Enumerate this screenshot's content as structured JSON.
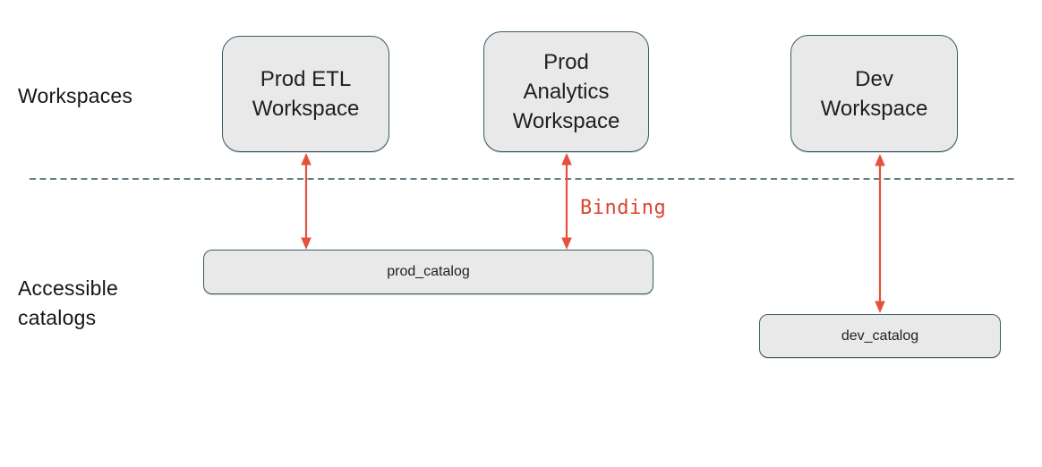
{
  "colors": {
    "text": "#161616",
    "box-fill": "#e9e9e9",
    "box-border": "#3b5a68",
    "dash-line": "#32525f",
    "arrow-red": "#e6503c",
    "binding-red": "#dc4430"
  },
  "row_labels": {
    "workspaces": "Workspaces",
    "catalogs": [
      "Accessible",
      "catalogs"
    ]
  },
  "workspaces": [
    {
      "id": "prod-etl",
      "lines": [
        "Prod ETL",
        "Workspace"
      ]
    },
    {
      "id": "prod-analytics",
      "lines": [
        "Prod",
        "Analytics",
        "Workspace"
      ]
    },
    {
      "id": "dev",
      "lines": [
        "Dev",
        "Workspace"
      ]
    }
  ],
  "catalogs": [
    {
      "id": "prod",
      "label": "prod_catalog"
    },
    {
      "id": "dev",
      "label": "dev_catalog"
    }
  ],
  "connections": [
    {
      "from": "Prod ETL Workspace",
      "to": "prod_catalog"
    },
    {
      "from": "Prod Analytics Workspace",
      "to": "prod_catalog",
      "label": "Binding"
    },
    {
      "from": "Dev Workspace",
      "to": "dev_catalog"
    }
  ]
}
